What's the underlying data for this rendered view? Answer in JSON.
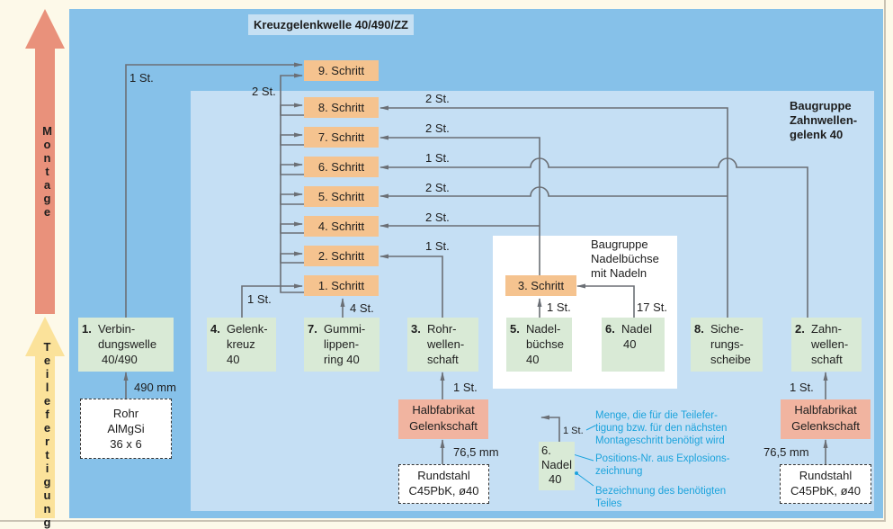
{
  "title": "Kreuzgelenkwelle 40/490/ZZ",
  "side_labels": {
    "assembly": "Montage",
    "manufacturing": "Teilefertigung"
  },
  "groups": {
    "zahnwellengelenk": [
      "Baugruppe",
      "Zahnwellen-",
      "gelenk 40"
    ],
    "nadelbuechse": [
      "Baugruppe",
      "Nadelbüchse",
      "mit Nadeln"
    ]
  },
  "steps": [
    {
      "label": "9. Schritt"
    },
    {
      "label": "8. Schritt"
    },
    {
      "label": "7. Schritt"
    },
    {
      "label": "6. Schritt"
    },
    {
      "label": "5. Schritt"
    },
    {
      "label": "4. Schritt"
    },
    {
      "label": "2. Schritt"
    },
    {
      "label": "1. Schritt"
    },
    {
      "label": "3. Schritt"
    }
  ],
  "parts": [
    {
      "num": "1.",
      "lines": [
        "Verbin-",
        "dungswelle",
        "40/490"
      ]
    },
    {
      "num": "4.",
      "lines": [
        "Gelenk-",
        "kreuz",
        "40"
      ]
    },
    {
      "num": "7.",
      "lines": [
        "Gummi-",
        "lippen-",
        "ring 40"
      ]
    },
    {
      "num": "3.",
      "lines": [
        "Rohr-",
        "wellen-",
        "schaft"
      ]
    },
    {
      "num": "5.",
      "lines": [
        "Nadel-",
        "büchse",
        "40"
      ]
    },
    {
      "num": "6.",
      "lines": [
        "Nadel",
        "40"
      ]
    },
    {
      "num": "8.",
      "lines": [
        "Siche-",
        "rungs-",
        "scheibe"
      ]
    },
    {
      "num": "2.",
      "lines": [
        "Zahn-",
        "wellen-",
        "schaft"
      ]
    }
  ],
  "semi_finished": [
    {
      "lines": [
        "Halbfabrikat",
        "Gelenkschaft"
      ]
    },
    {
      "lines": [
        "Halbfabrikat",
        "Gelenkschaft"
      ]
    }
  ],
  "raw_materials": [
    {
      "lines": [
        "Rohr",
        "AlMgSi",
        "36 x 6"
      ]
    },
    {
      "lines": [
        "Rundstahl",
        "C45PbK, ø40"
      ]
    },
    {
      "lines": [
        "Rundstahl",
        "C45PbK, ø40"
      ]
    }
  ],
  "quantities": {
    "to_step9_from_part1": "1 St.",
    "step8_to_step9": "2 St.",
    "to_step8": "2 St.",
    "to_step7": "2 St.",
    "to_step6": "1 St.",
    "to_step5": "2 St.",
    "to_step4": "2 St.",
    "to_step2": "1 St.",
    "part4_to_step1": "1 St.",
    "part7_to_step1": "4 St.",
    "part5_to_step3": "1 St.",
    "part6_to_step3": "17 St.",
    "semi_to_part3": "1 St.",
    "semi_to_part2": "1 St.",
    "raw_to_part1": "490 mm",
    "raw_to_semi_left": "76,5 mm",
    "raw_to_semi_right": "76,5 mm"
  },
  "legend": {
    "example_qty": "1 St.",
    "example_part": {
      "num": "6.",
      "lines": [
        "Nadel",
        "40"
      ]
    },
    "notes": [
      [
        "Menge, die für die Teilefer-",
        "tigung bzw. für den nächsten",
        "Montageschritt benötigt wird"
      ],
      [
        "Positions-Nr. aus Explosions-",
        "zeichnung"
      ],
      [
        "Bezeichnung des benötigten",
        "Teiles"
      ]
    ]
  },
  "colors": {
    "outer": "#86c1e9",
    "inner": "#c5dff4",
    "step": "#f5c38f",
    "part": "#d9ead6",
    "semi": "#f1b4a0",
    "line": "#6b6f75",
    "legend": "#1ba3dc",
    "arrow_up": "#e9917b",
    "arrow_down": "#fbe29a"
  }
}
